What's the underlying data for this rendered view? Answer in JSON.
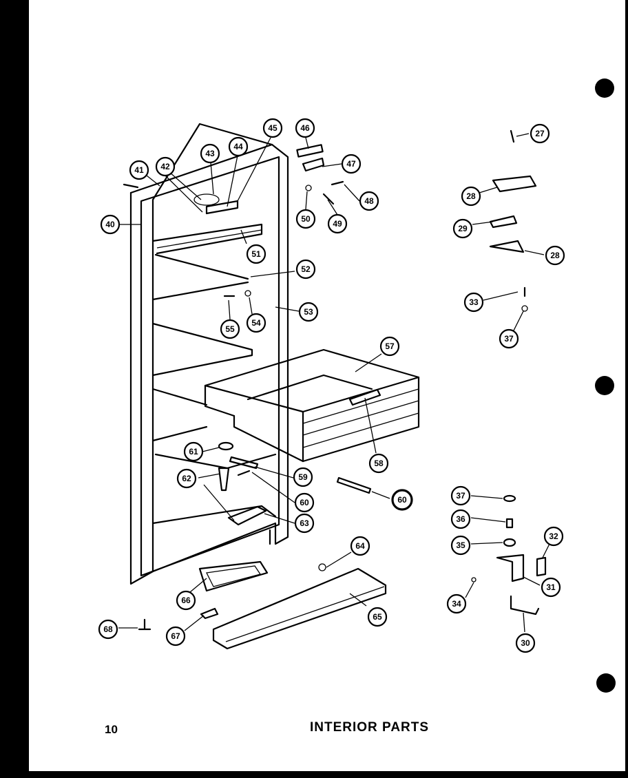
{
  "page": {
    "number": "10",
    "title": "INTERIOR PARTS"
  },
  "callouts": [
    {
      "id": "40",
      "label": "40"
    },
    {
      "id": "41",
      "label": "41"
    },
    {
      "id": "42",
      "label": "42"
    },
    {
      "id": "43",
      "label": "43"
    },
    {
      "id": "44",
      "label": "44"
    },
    {
      "id": "45",
      "label": "45"
    },
    {
      "id": "46",
      "label": "46"
    },
    {
      "id": "47",
      "label": "47"
    },
    {
      "id": "48",
      "label": "48"
    },
    {
      "id": "49",
      "label": "49"
    },
    {
      "id": "50",
      "label": "50"
    },
    {
      "id": "51",
      "label": "51"
    },
    {
      "id": "52",
      "label": "52"
    },
    {
      "id": "53",
      "label": "53"
    },
    {
      "id": "54",
      "label": "54"
    },
    {
      "id": "55",
      "label": "55"
    },
    {
      "id": "57",
      "label": "57"
    },
    {
      "id": "58",
      "label": "58"
    },
    {
      "id": "59",
      "label": "59"
    },
    {
      "id": "60",
      "label": "60"
    },
    {
      "id": "60b",
      "label": "60"
    },
    {
      "id": "61",
      "label": "61"
    },
    {
      "id": "62",
      "label": "62"
    },
    {
      "id": "63",
      "label": "63"
    },
    {
      "id": "64",
      "label": "64"
    },
    {
      "id": "65",
      "label": "65"
    },
    {
      "id": "66",
      "label": "66"
    },
    {
      "id": "67",
      "label": "67"
    },
    {
      "id": "68",
      "label": "68"
    },
    {
      "id": "27",
      "label": "27"
    },
    {
      "id": "28",
      "label": "28"
    },
    {
      "id": "28b",
      "label": "28"
    },
    {
      "id": "29",
      "label": "29"
    },
    {
      "id": "33",
      "label": "33"
    },
    {
      "id": "37",
      "label": "37"
    },
    {
      "id": "37b",
      "label": "37"
    },
    {
      "id": "36",
      "label": "36"
    },
    {
      "id": "35",
      "label": "35"
    },
    {
      "id": "32",
      "label": "32"
    },
    {
      "id": "31",
      "label": "31"
    },
    {
      "id": "34",
      "label": "34"
    },
    {
      "id": "30",
      "label": "30"
    }
  ]
}
